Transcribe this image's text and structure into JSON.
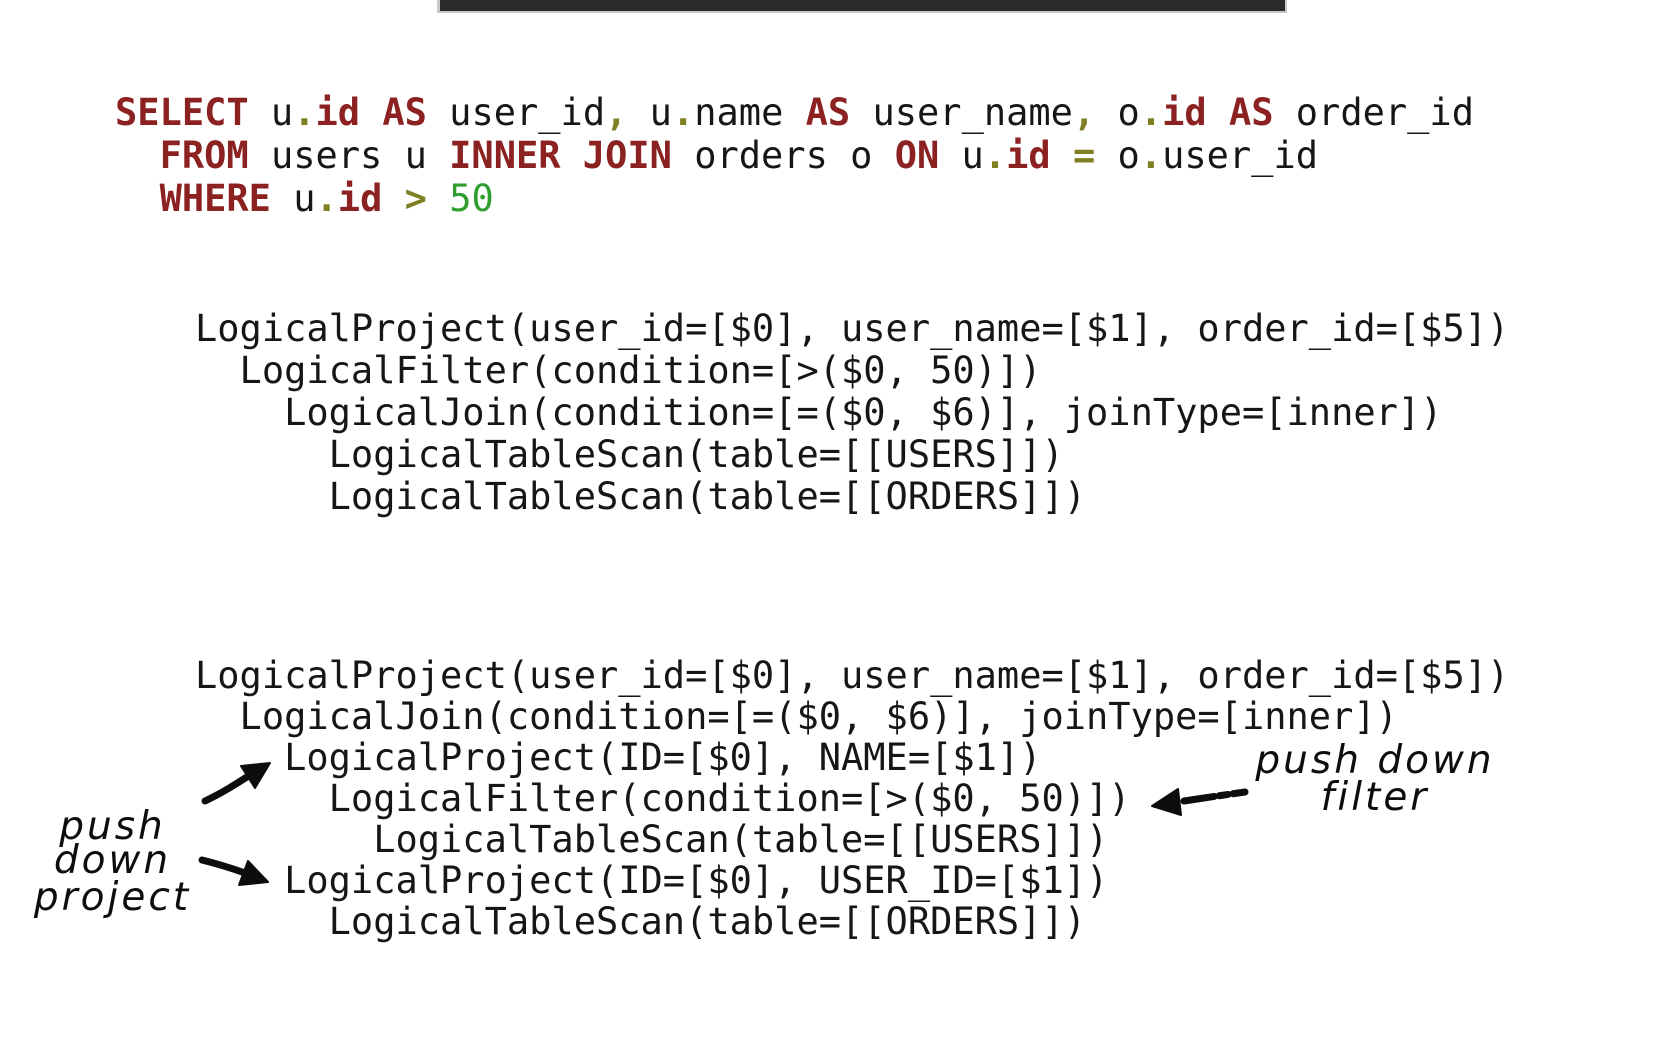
{
  "colors": {
    "keyword": "#8b2121",
    "operator": "#7f7f23",
    "number": "#2f9e2f",
    "code_text": "#161616",
    "handwriting": "#0d0d0d",
    "top_bar": "#2a2a2c"
  },
  "sql": {
    "lines": [
      [
        {
          "t": "SELECT",
          "y": "k"
        },
        {
          "t": " u",
          "y": "p"
        },
        {
          "t": ".",
          "y": "o"
        },
        {
          "t": "id",
          "y": "k"
        },
        {
          "t": " ",
          "y": "p"
        },
        {
          "t": "AS",
          "y": "k"
        },
        {
          "t": " user_id",
          "y": "p"
        },
        {
          "t": ",",
          "y": "o"
        },
        {
          "t": " u",
          "y": "p"
        },
        {
          "t": ".",
          "y": "o"
        },
        {
          "t": "name ",
          "y": "p"
        },
        {
          "t": "AS",
          "y": "k"
        },
        {
          "t": " user_name",
          "y": "p"
        },
        {
          "t": ",",
          "y": "o"
        },
        {
          "t": " o",
          "y": "p"
        },
        {
          "t": ".",
          "y": "o"
        },
        {
          "t": "id",
          "y": "k"
        },
        {
          "t": " ",
          "y": "p"
        },
        {
          "t": "AS",
          "y": "k"
        },
        {
          "t": " order_id",
          "y": "p"
        }
      ],
      [
        {
          "t": "  ",
          "y": "p"
        },
        {
          "t": "FROM",
          "y": "k"
        },
        {
          "t": " users u ",
          "y": "p"
        },
        {
          "t": "INNER JOIN",
          "y": "k"
        },
        {
          "t": " orders o ",
          "y": "p"
        },
        {
          "t": "ON",
          "y": "k"
        },
        {
          "t": " u",
          "y": "p"
        },
        {
          "t": ".",
          "y": "o"
        },
        {
          "t": "id",
          "y": "k"
        },
        {
          "t": " ",
          "y": "p"
        },
        {
          "t": "=",
          "y": "o"
        },
        {
          "t": " o",
          "y": "p"
        },
        {
          "t": ".",
          "y": "o"
        },
        {
          "t": "user_id",
          "y": "p"
        }
      ],
      [
        {
          "t": "  ",
          "y": "p"
        },
        {
          "t": "WHERE",
          "y": "k"
        },
        {
          "t": " u",
          "y": "p"
        },
        {
          "t": ".",
          "y": "o"
        },
        {
          "t": "id",
          "y": "k"
        },
        {
          "t": " ",
          "y": "p"
        },
        {
          "t": ">",
          "y": "o"
        },
        {
          "t": " ",
          "y": "p"
        },
        {
          "t": "50",
          "y": "n"
        }
      ]
    ]
  },
  "plans": {
    "before": {
      "lines": [
        "LogicalProject(user_id=[$0], user_name=[$1], order_id=[$5])",
        "  LogicalFilter(condition=[>($0, 50)])",
        "    LogicalJoin(condition=[=($0, $6)], joinType=[inner])",
        "      LogicalTableScan(table=[[USERS]])",
        "      LogicalTableScan(table=[[ORDERS]])"
      ]
    },
    "after": {
      "lines": [
        "LogicalProject(user_id=[$0], user_name=[$1], order_id=[$5])",
        "  LogicalJoin(condition=[=($0, $6)], joinType=[inner])",
        "    LogicalProject(ID=[$0], NAME=[$1])",
        "      LogicalFilter(condition=[>($0, 50)])",
        "        LogicalTableScan(table=[[USERS]])",
        "    LogicalProject(ID=[$0], USER_ID=[$1])",
        "      LogicalTableScan(table=[[ORDERS]])"
      ]
    }
  },
  "annotations": {
    "push_down_project": {
      "line1": "push down",
      "line2": "project"
    },
    "push_down_filter": {
      "line1": "push down",
      "line2": "filter"
    }
  }
}
